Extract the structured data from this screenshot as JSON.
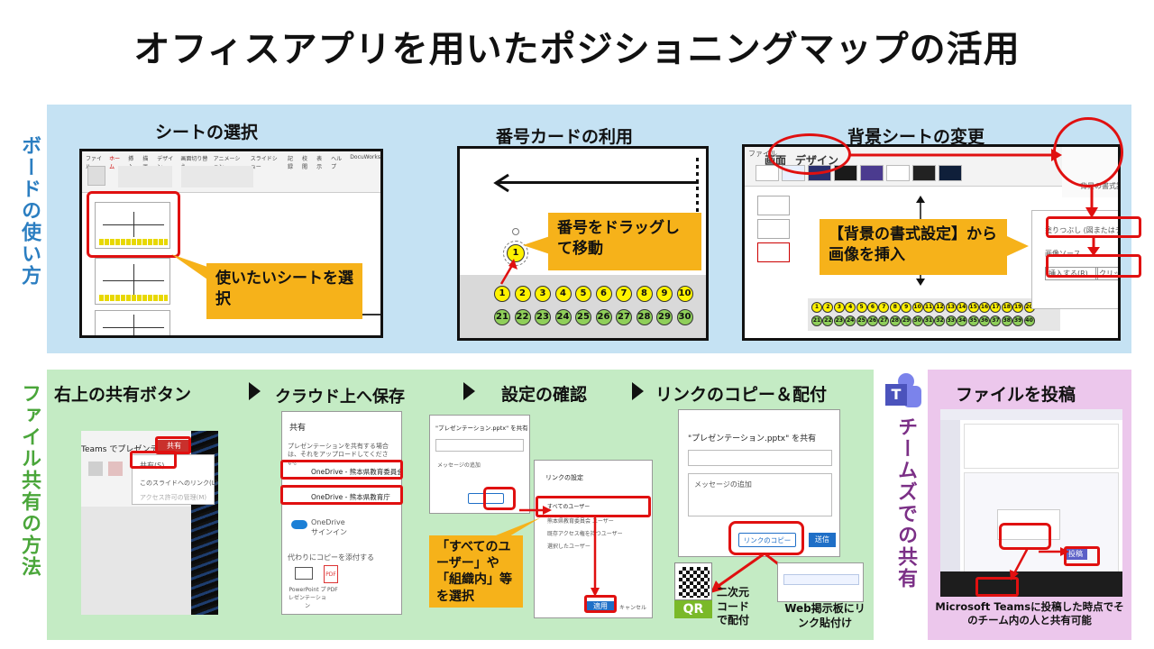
{
  "title": "オフィスアプリを用いたポジショニングマップの活用",
  "side_labels": {
    "board": "ボードの使い方",
    "file": "ファイル共有の方法",
    "teams": "チームズでの共有"
  },
  "board": {
    "steps": [
      {
        "heading": "シートの選択",
        "callout": "使いたいシートを選択"
      },
      {
        "heading": "番号カードの利用",
        "callout": "番号をドラッグして移動"
      },
      {
        "heading": "背景シートの変更",
        "callout": "【背景の書式設定】から画像を挿入"
      }
    ],
    "ribbon_tabs": [
      "ファイル",
      "ホーム",
      "挿入",
      "描画",
      "デザイン",
      "画面切り替え",
      "アニメーション",
      "スライドショー",
      "記録",
      "校閲",
      "表示",
      "ヘルプ",
      "DocuWorks"
    ],
    "design_tab": "デザイン",
    "screen_tab": "画面",
    "bg_format_label": "背景の書式設定",
    "fill_option": "塗りつぶし (図またはテクスチャ)",
    "insert_button": "挿入する(R)...",
    "clip_button": "クリップボ",
    "numbers_row1": [
      1,
      2,
      3,
      4,
      5,
      6,
      7,
      8,
      9,
      10
    ],
    "numbers_row2": [
      21,
      22,
      23,
      24,
      25,
      26,
      27,
      28,
      29,
      30
    ],
    "numbers_row3": [
      1,
      2,
      3,
      4,
      5,
      6,
      7,
      8,
      9,
      10,
      11,
      12,
      13,
      14,
      15,
      16,
      17,
      18,
      19,
      20
    ],
    "numbers_row4": [
      21,
      22,
      23,
      24,
      25,
      26,
      27,
      28,
      29,
      30,
      31,
      32,
      33,
      34,
      35,
      36,
      37,
      38,
      39,
      40
    ],
    "dragged_number": 1
  },
  "file_share": {
    "steps": [
      "右上の共有ボタン",
      "クラウド上へ保存",
      "設定の確認",
      "リンクのコピー＆配付"
    ],
    "share_button": "共有",
    "share_menu": [
      "共有(S)...",
      "このスライドへのリンク(L)",
      "アクセス許可の管理(M)"
    ],
    "app_name": "Teams",
    "file_name": "プレゼンテーション",
    "share_dialog": {
      "title": "共有",
      "desc": "プレゼンテーションを共有する場合は、それをアップロードしてください。",
      "options": [
        "OneDrive - 熊本県教育委員会",
        "OneDrive - 熊本県教育庁",
        "OneDrive",
        "サインイン"
      ],
      "copy_label": "代わりにコピーを添付する",
      "attach": [
        "PowerPoint プレゼンテーション",
        "PDF"
      ]
    },
    "link_dialog": {
      "title": "\"プレゼンテーション.pptx\" を共有",
      "message": "メッセージの追加",
      "settings_title": "リンクの設定",
      "options": [
        "すべてのユーザー",
        "熊本県教育委員会 ユーザー",
        "既存アクセス権を持つユーザー",
        "選択したユーザー"
      ],
      "apply": "適用",
      "cancel": "キャンセル"
    },
    "callout_settings": "「すべてのユーザー」や「組織内」等を選択",
    "copy_dialog": {
      "title": "\"プレゼンテーション.pptx\" を共有",
      "message": "メッセージの追加",
      "copy_link": "リンクのコピー",
      "send": "送信"
    },
    "qr_caption": "二次元コードで配付",
    "qr_label": "QR",
    "web_caption": "Web掲示板にリンク貼付け"
  },
  "teams": {
    "heading": "ファイルを投稿",
    "caption": "Microsoft Teamsに投稿した時点でそのチーム内の人と共有可能",
    "post_button": "投稿"
  },
  "colors": {
    "blue_panel": "#c5e2f3",
    "green_panel": "#c4ebc4",
    "purple_panel": "#ecc7ec",
    "callout": "#f6b21a",
    "highlight_red": "#e01010"
  }
}
